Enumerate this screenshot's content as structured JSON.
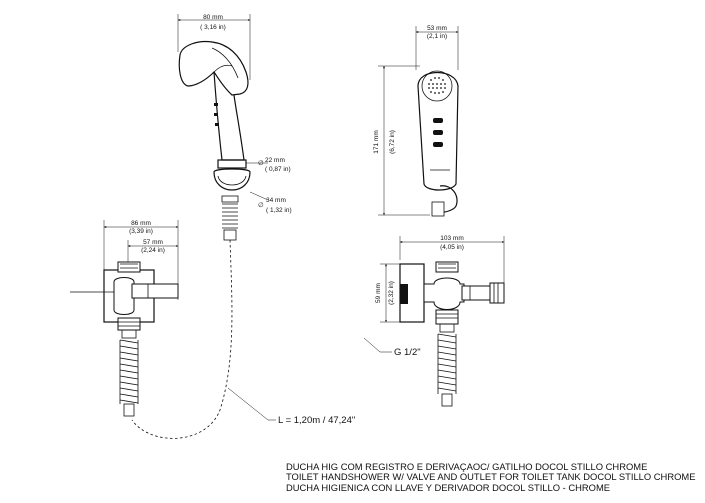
{
  "dimensions": {
    "handshower_width": {
      "metric": "80 mm",
      "imperial": "( 3,16 in)"
    },
    "handshower_side_width": {
      "metric": "53 mm",
      "imperial": "(2,1 in)"
    },
    "handshower_height": {
      "metric": "171 mm",
      "imperial": "(6,72 in)"
    },
    "holder_diameter": {
      "symbol": "∅",
      "metric": "22 mm",
      "imperial": "( 0,87 in)"
    },
    "connector_diameter": {
      "symbol": "∅",
      "metric": "34 mm",
      "imperial": "( 1,32 in)"
    },
    "valve_width": {
      "metric": "86 mm",
      "imperial": "(3,39 in)"
    },
    "valve_inner_width": {
      "metric": "57 mm",
      "imperial": "(2,24 in)"
    },
    "tee_width": {
      "metric": "103 mm",
      "imperial": "(4,05 in)"
    },
    "tee_height": {
      "metric": "59 mm",
      "imperial": "(2,32 in)"
    }
  },
  "callouts": {
    "thread": "G 1/2\"",
    "hose_length": "L = 1,20m / 47,24\""
  },
  "caption": {
    "pt": "DUCHA HIG COM REGISTRO E DERIVAÇAOC/ GATILHO DOCOL STILLO CHROME",
    "en": "TOILET HANDSHOWER W/ VALVE AND OUTLET FOR TOILET TANK DOCOL STILLO CHROME",
    "es": "DUCHA HIGIENICA CON LLAVE Y DERIVADOR DOCOL STILLO - CHROME"
  }
}
